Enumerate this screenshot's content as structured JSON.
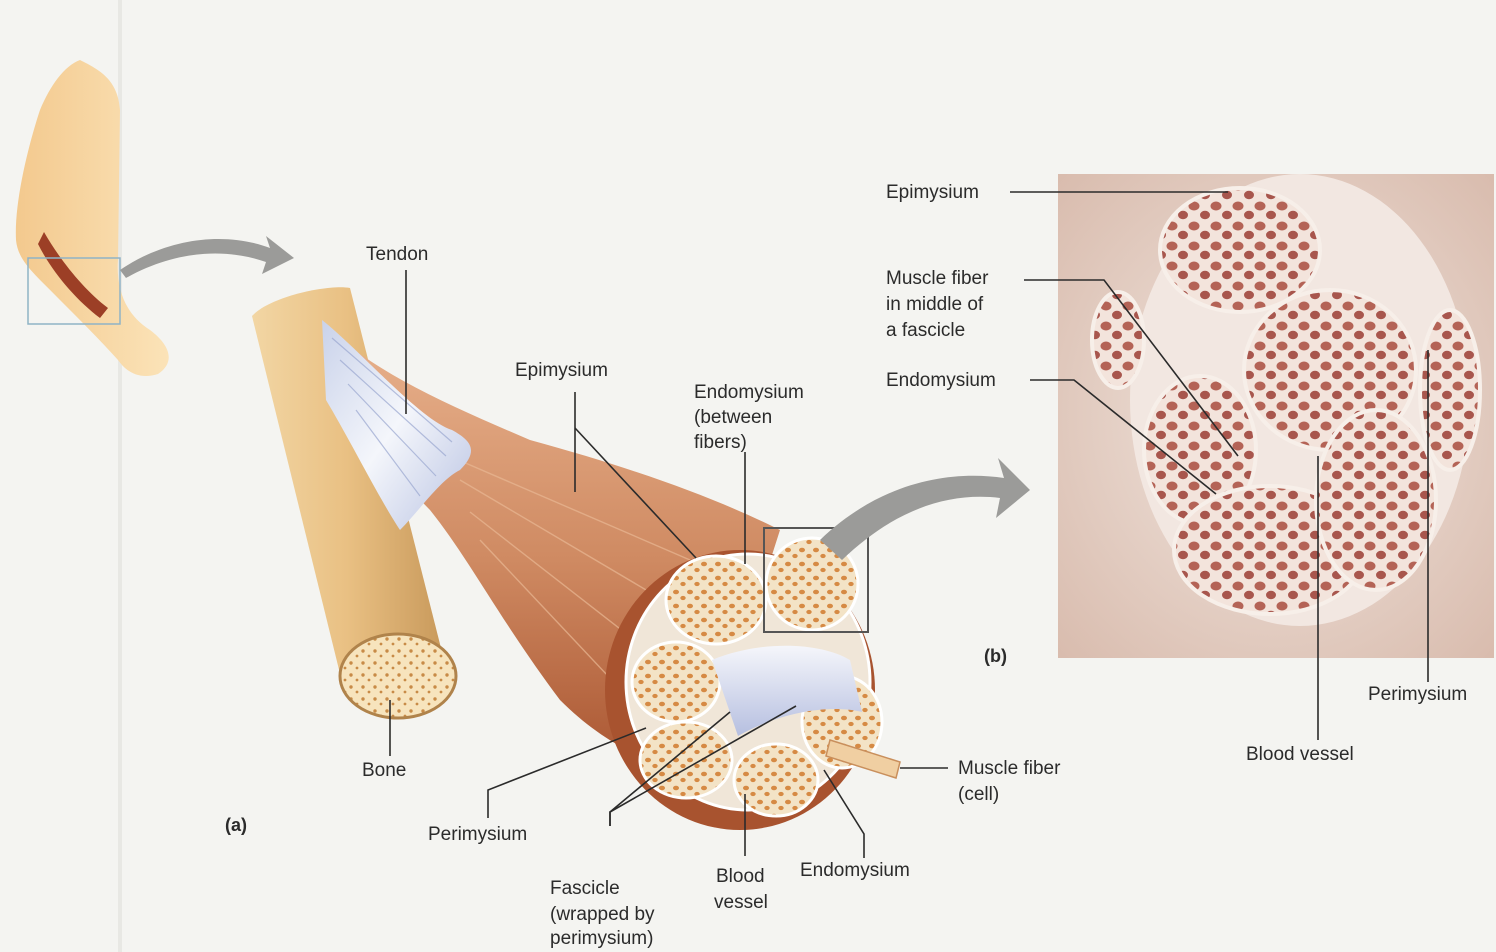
{
  "panel_a": {
    "panel_label": "(a)",
    "labels": {
      "tendon": "Tendon",
      "bone": "Bone",
      "epimysium": "Epimysium",
      "endomysium_between_1": "Endomysium",
      "endomysium_between_2": "(between",
      "endomysium_between_3": "fibers)",
      "perimysium": "Perimysium",
      "fascicle_1": "Fascicle",
      "fascicle_2": "(wrapped by",
      "fascicle_3": "perimysium)",
      "blood_vessel_1": "Blood",
      "blood_vessel_2": "vessel",
      "endomysium": "Endomysium",
      "muscle_fiber_1": "Muscle fiber",
      "muscle_fiber_2": "(cell)"
    }
  },
  "panel_b": {
    "panel_label": "(b)",
    "labels": {
      "epimysium": "Epimysium",
      "muscle_fiber_1": "Muscle fiber",
      "muscle_fiber_2": "in middle of",
      "muscle_fiber_3": "a fascicle",
      "endomysium": "Endomysium",
      "perimysium": "Perimysium",
      "blood_vessel": "Blood vessel"
    }
  },
  "colors": {
    "background": "#f4f4f1",
    "muscle": "#c9794f",
    "bone": "#edc98e",
    "tendon": "#d9e0ef",
    "micrograph_bg": "#ecdcd4",
    "stained_fiber": "#b05a52",
    "leader_line": "#2b2b2b"
  }
}
